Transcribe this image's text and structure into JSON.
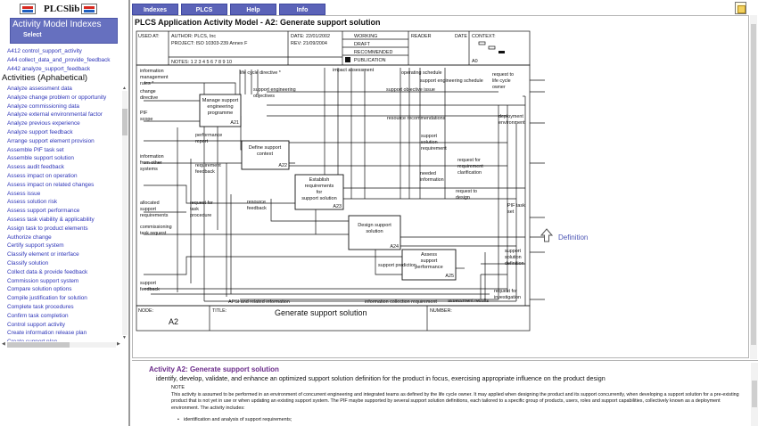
{
  "app": {
    "title": "PLCSlib"
  },
  "index": {
    "title": "Activity Model Indexes",
    "select_label": "Select"
  },
  "nav_upper": [
    "A412 control_support_activity",
    "A44 collect_data_and_provide_feedback",
    "A442 analyze_support_feedback"
  ],
  "nav_heading": "Activities (Aphabetical)",
  "nav_items": [
    "Analyze assessment data",
    "Analyze change problem or opportunity",
    "Analyze commissioning data",
    "Analyze external environmental factor",
    "Analyze previous experience",
    "Analyze support feedback",
    "Arrange support element provision",
    "Assemble PIF task set",
    "Assemble support solution",
    "Assess audit feedback",
    "Assess impact on operation",
    "Assess impact on related changes",
    "Assess issue",
    "Assess solution risk",
    "Assess support performance",
    "Assess task viability & applicability",
    "Assign task to product elements",
    "Authorize change",
    "Certify support system",
    "Classify element or interface",
    "Classify solution",
    "Collect data & provide feedback",
    "Commission support system",
    "Compare solution options",
    "Compile justification for solution",
    "Complete task procedures",
    "Confirm task completion",
    "Control support activity",
    "Create information release plan",
    "Create support plan"
  ],
  "menu": [
    "Indexes",
    "PLCS",
    "Help",
    "Info"
  ],
  "diagram": {
    "page_title": "PLCS Application Activity Model - A2: Generate support solution",
    "header": {
      "used_at": "USED AT:",
      "author": "AUTHOR:  PLCS, Inc",
      "project": "PROJECT:  ISO 10303-239 Annex F",
      "date": "DATE:  22/01/2002",
      "rev": "REV:   21/09/2004",
      "notes": "NOTES:  1  2  3  4  5  6  7  8  9  10",
      "working": "WORKING",
      "draft": "DRAFT",
      "recommended": "RECOMMENDED",
      "publication": "PUBLICATION",
      "reader": "READER",
      "date_col": "DATE",
      "context": "CONTEXT:",
      "context_node": "A0"
    },
    "boxes": [
      {
        "lines": [
          "Manage support",
          "engineering",
          "programme"
        ],
        "num": "A21"
      },
      {
        "lines": [
          "Define support",
          "context"
        ],
        "num": "A22"
      },
      {
        "lines": [
          "Establish",
          "requirements",
          "for",
          "support solution"
        ],
        "num": "A23"
      },
      {
        "lines": [
          "Design support",
          "solution"
        ],
        "num": "A24"
      },
      {
        "lines": [
          "Assess",
          "support",
          "performance"
        ],
        "num": "A25"
      }
    ],
    "labels": [
      "information",
      "management",
      "rules *",
      "change",
      "directive",
      "life cycle directive *",
      "impact assessment",
      "operating schedule",
      "request to",
      "life cycle",
      "owner",
      "support engineering",
      "objectives",
      "support engineering schedule",
      "support objective issue",
      "PIF",
      "scope",
      "resource recommendations",
      "deployment",
      "environment",
      "performance",
      "report",
      "support",
      "solution",
      "requirement",
      "information",
      "from other",
      "systems",
      "requirement",
      "feedback",
      "request for",
      "requirement",
      "clarification",
      "needed",
      "information",
      "request for",
      "task",
      "procedure",
      "allocated",
      "support",
      "requirements",
      "resource",
      "feedback",
      "request to",
      "design",
      "PIF task",
      "set",
      "commissioning",
      "task request",
      "support",
      "solution",
      "definition",
      "support prediction",
      "support",
      "feedback",
      "request for",
      "investigation",
      "APSI and related information",
      "information collection requirement",
      "assessment results"
    ],
    "footer": {
      "node_label": "NODE:",
      "node": "A2",
      "title_label": "TITLE:",
      "title": "Generate support solution",
      "number_label": "NUMBER:"
    },
    "definition_link": "Definition"
  },
  "description": {
    "title": "Activity A2: Generate support solution",
    "subtitle": "identify, develop, validate, and enhance an optimized support solution definition for the product in focus, exercising appropriate influence on the product design",
    "note_label": "NOTE",
    "body": "This activity is assumed to be performed in an environment of concurrent engineering and integrated teams as defined by the life cycle owner. It may applied when designing the product and its support concurrently, when developing a support solution for a pre-existing product that is not yet in use or when updating an existing support system. The PIF maybe supported by several support solution definitions, each tailored to a specific group of products, users, roles and support capabilities, collectively known as a deployment environment. The activity includes:",
    "bullet": "identification and analysis of support requirements;"
  }
}
